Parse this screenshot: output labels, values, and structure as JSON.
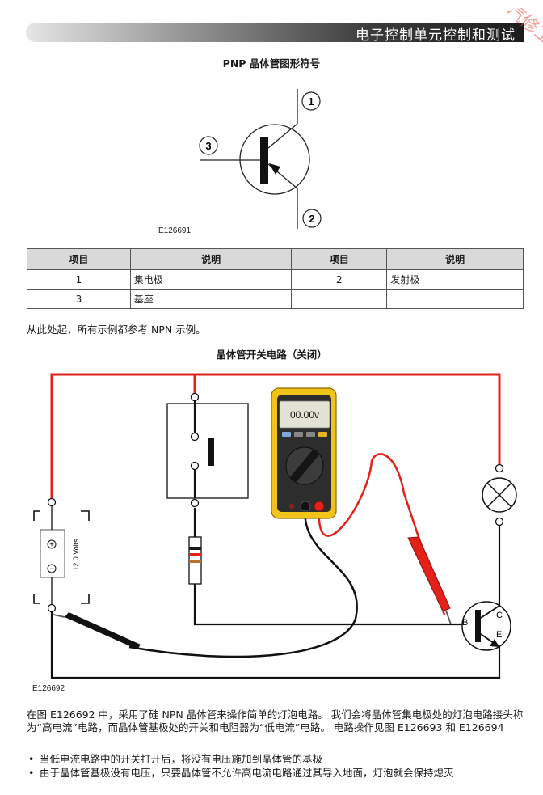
{
  "header": {
    "title": "电子控制单元控制和测试"
  },
  "watermark": {
    "text": "汽修工程师 ckcar.com"
  },
  "figure1": {
    "caption": "PNP 晶体管图形符号",
    "id": "E126691",
    "labels": {
      "collector": "1",
      "emitter": "2",
      "base": "3"
    }
  },
  "table": {
    "headers": [
      "项目",
      "说明",
      "项目",
      "说明"
    ],
    "rows": [
      [
        "1",
        "集电极",
        "2",
        "发射极"
      ],
      [
        "3",
        "基座",
        "",
        ""
      ]
    ]
  },
  "note": "从此处起，所有示例都参考 NPN 示例。",
  "figure2": {
    "caption": "晶体管开关电路（关闭）",
    "id": "E126692",
    "meter_reading": "00.00v",
    "battery_label": "12.0 Volts",
    "transistor_labels": {
      "base": "B",
      "collector": "C",
      "emitter": "E"
    },
    "colors": {
      "wire_positive": "#e32119",
      "wire_ground": "#111111",
      "meter_body": "#f2c318"
    }
  },
  "body_text": "在图 E126692 中，采用了硅 NPN 晶体管来操作简单的灯泡电路。 我们会将晶体管集电极处的灯泡电路接头称为“高电流”电路，而晶体管基极处的开关和电阻器为“低电流”电路。 电路操作见图 E126693 和 E126694",
  "bullets": [
    "当低电流电路中的开关打开后，将没有电压施加到晶体管的基极",
    "由于晶体管基极没有电压，只要晶体管不允许高电流电路通过其导入地面，灯泡就会保持熄灭"
  ]
}
